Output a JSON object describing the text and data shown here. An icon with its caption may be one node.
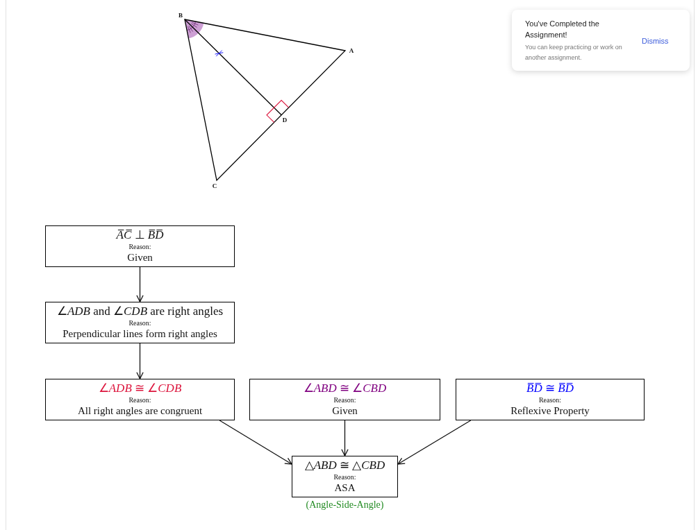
{
  "diagram": {
    "nodes": [
      {
        "text": [
          "You've Completed the Assignment!",
          "You can keep practicing or work on another assignment.",
          "Dismiss"
        ]
      },
      {
        "text": [
          "*A̅C̅* ⊥ *B̅D̅*",
          "Reason:",
          "Given"
        ]
      },
      {
        "text": [
          "∠*ADB* and ∠*CDB* are right angles",
          "Reason:",
          "Perpendicular lines form right angles"
        ]
      },
      {
        "text": [
          "∠*ADB* ≅ ∠*CDB*",
          "Reason:",
          "All right angles are congruent"
        ]
      },
      {
        "text": [
          "∠*ABD* ≅ ∠*CBD*",
          "Reason:",
          "Given"
        ]
      },
      {
        "text": [
          "*B̅D̅* ≅ *B̅D̅*",
          "Reason:",
          "Reflexive Property"
        ]
      },
      {
        "text": [
          "△*ABD* ≅ △*CBD*",
          "Reason:",
          "ASA"
        ],
        "beside": [
          "(Angle-Side-Angle)"
        ]
      }
    ],
    "edges": [
      {
        "from": 1,
        "to": 2,
        "arrow": "to"
      },
      {
        "from": 2,
        "to": 3,
        "arrow": "to"
      },
      {
        "from": 3,
        "to": 6,
        "arrow": "to"
      },
      {
        "from": 4,
        "to": 6,
        "arrow": "to"
      },
      {
        "from": 5,
        "to": 6,
        "arrow": "to"
      }
    ],
    "labels": [
      "B",
      "A",
      "D",
      "C"
    ]
  }
}
